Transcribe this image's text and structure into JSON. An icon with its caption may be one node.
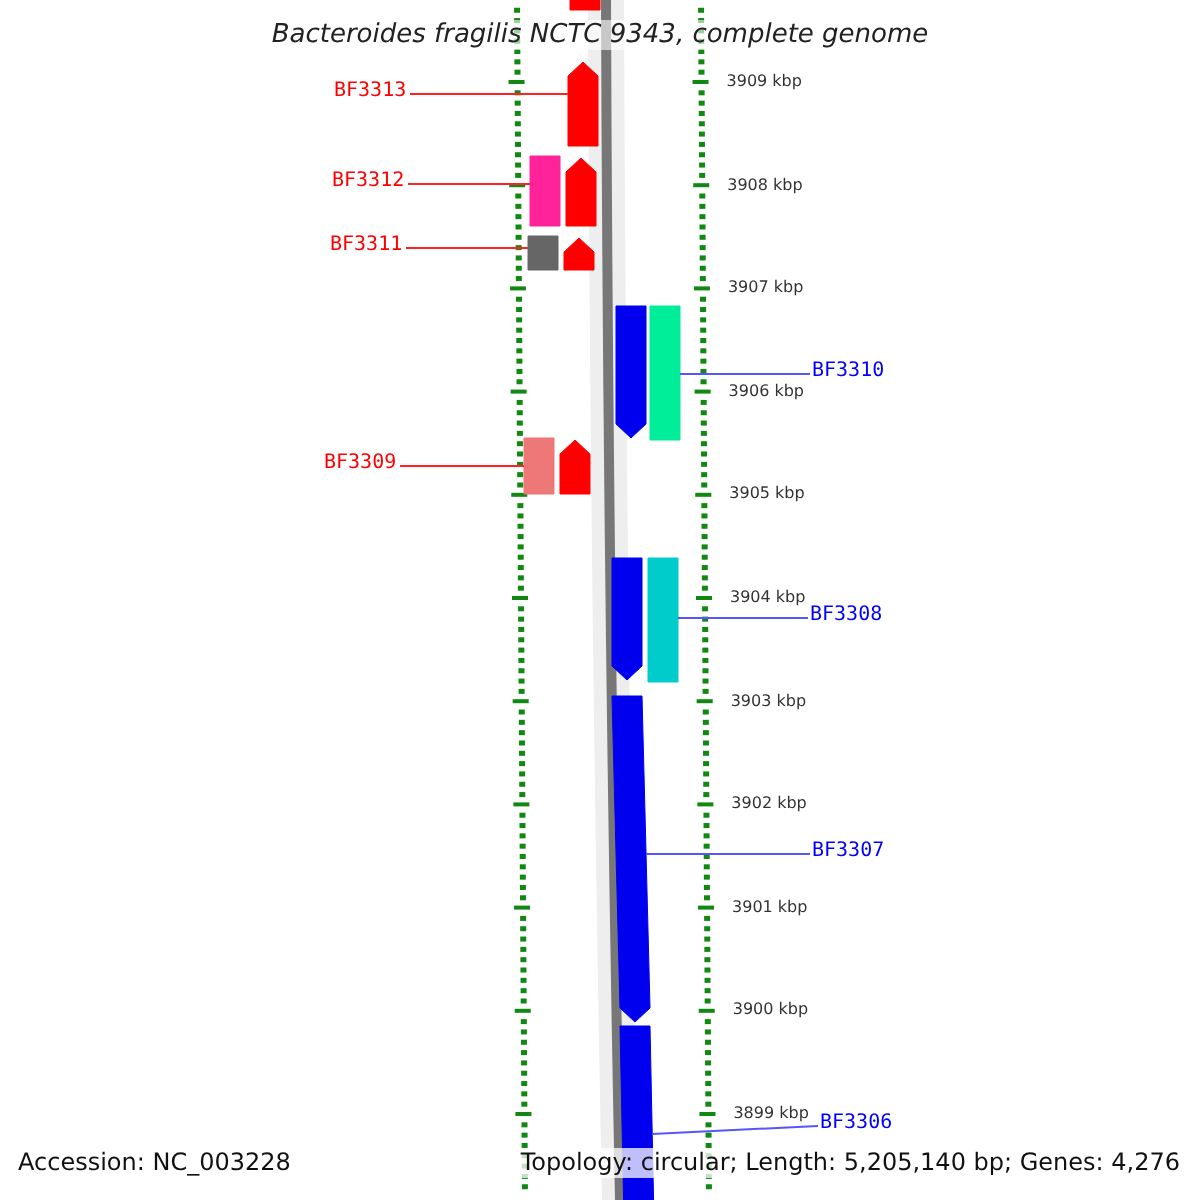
{
  "diagram": {
    "title": "Bacteroides fragilis NCTC 9343, complete genome",
    "nodes": [
      {
        "text": [
          "BF3313"
        ]
      },
      {
        "text": [
          "BF3312"
        ]
      },
      {
        "text": [
          "BF3311"
        ]
      },
      {
        "text": [
          "BF3309"
        ]
      },
      {
        "text": [
          "BF3310"
        ]
      },
      {
        "text": [
          "BF3308"
        ]
      },
      {
        "text": [
          "BF3307"
        ]
      },
      {
        "text": [
          "BF3306"
        ]
      },
      {
        "text": [],
        "shape": "box"
      },
      {
        "text": [],
        "shape": "pentagon"
      },
      {
        "text": [],
        "shape": "box"
      },
      {
        "text": [],
        "shape": "pentagon"
      },
      {
        "text": [],
        "shape": "box"
      },
      {
        "text": [],
        "shape": "pentagon"
      },
      {
        "text": [],
        "shape": "pentagon"
      },
      {
        "text": [],
        "shape": "box"
      },
      {
        "text": [],
        "shape": "box"
      },
      {
        "text": [],
        "shape": "pentagon"
      },
      {
        "text": [],
        "shape": "pentagon"
      },
      {
        "text": [],
        "shape": "box"
      },
      {
        "text": [],
        "shape": "pentagon"
      },
      {
        "text": [],
        "shape": "box"
      }
    ],
    "edges": [
      {
        "from": 0,
        "to": 9,
        "arrow": "none"
      },
      {
        "from": 1,
        "to": 10,
        "arrow": "none"
      },
      {
        "from": 2,
        "to": 12,
        "arrow": "none"
      },
      {
        "from": 3,
        "to": 16,
        "arrow": "none"
      },
      {
        "from": 4,
        "to": 15,
        "arrow": "none",
        "color": "#5555ff"
      },
      {
        "from": 5,
        "to": 19,
        "arrow": "none",
        "color": "#5555ff"
      },
      {
        "from": 6,
        "to": 20,
        "arrow": "none",
        "color": "#5555ff"
      },
      {
        "from": 7,
        "to": 21,
        "arrow": "none",
        "color": "#5555ff"
      }
    ],
    "labels": [
      "3909 kbp",
      "3908 kbp",
      "3907 kbp",
      "3906 kbp",
      "3905 kbp",
      "3904 kbp",
      "3903 kbp",
      "3902 kbp",
      "3901 kbp",
      "3900 kbp",
      "3899 kbp",
      "Accession: NC_003228",
      "Topology: circular; Length: 5,205,140 bp; Genes: 4,276"
    ]
  }
}
